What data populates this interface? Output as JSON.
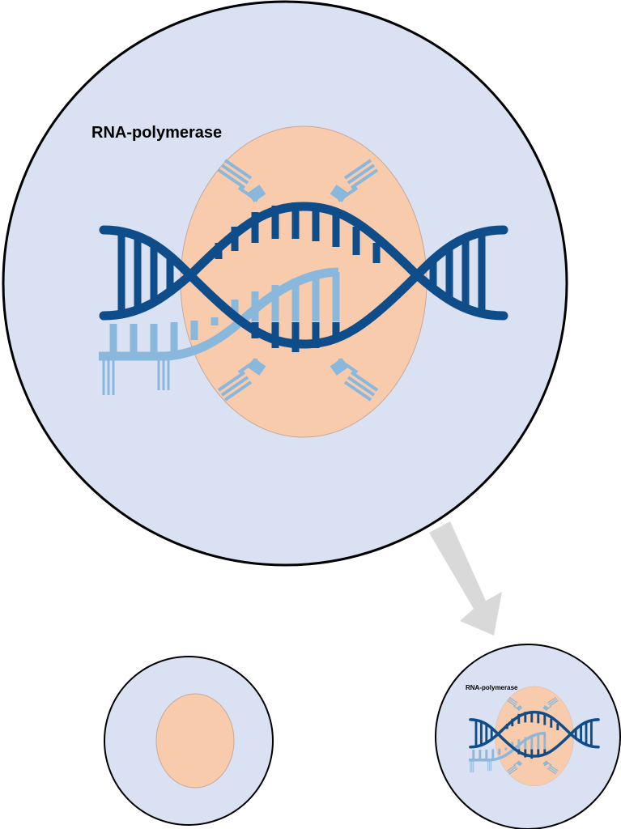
{
  "diagram": {
    "enzyme_label": "RNA-polymerase",
    "colors": {
      "cell_fill": "#d9e1f2",
      "cell_stroke": "#000000",
      "nucleus_fill": "#f8cbad",
      "dna_dark": "#0f4c8a",
      "rna_light": "#8ab8dc",
      "arrow": "#d9d9d9"
    },
    "panels": [
      {
        "name": "zoomed-cell",
        "shows": "transcription"
      },
      {
        "name": "cell-before",
        "shows": "nucleus only"
      },
      {
        "name": "cell-after",
        "shows": "transcription"
      }
    ]
  }
}
